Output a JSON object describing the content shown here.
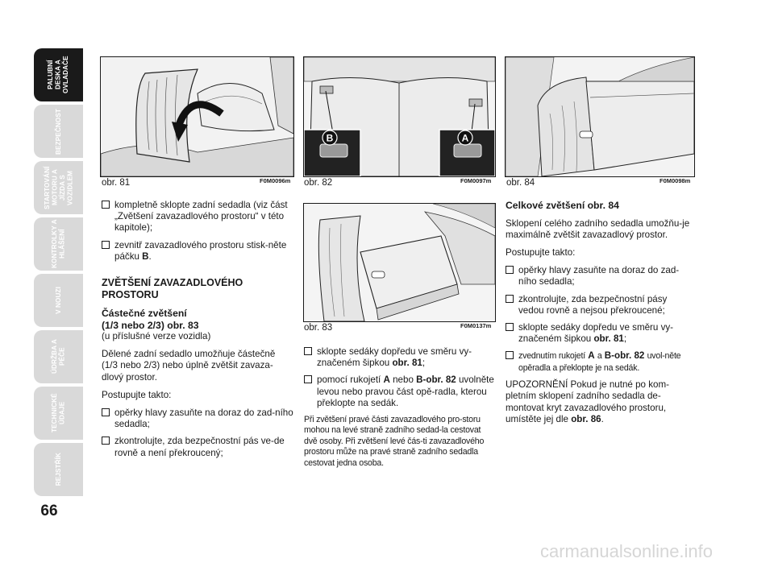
{
  "page_number": "66",
  "sidebar": {
    "tabs": [
      {
        "label": "PALUBNÍ DESKA A OVLADAČE",
        "active": true
      },
      {
        "label": "BEZPEČNOST",
        "active": false
      },
      {
        "label": "STARTOVÁNÍ MOTORU A JÍZDA S VOZIDLEM",
        "active": false
      },
      {
        "label": "KONTROLKY A HLÁŠENÍ",
        "active": false
      },
      {
        "label": "V NOUZI",
        "active": false
      },
      {
        "label": "ÚDRŽBA A PÉČE",
        "active": false
      },
      {
        "label": "TECHNICKÉ ÚDAJE",
        "active": false
      },
      {
        "label": "REJSTŘÍK",
        "active": false
      }
    ]
  },
  "figures": {
    "fig81": {
      "caption": "obr. 81",
      "code": "F0M0096m"
    },
    "fig82": {
      "caption": "obr. 82",
      "code": "F0M0097m",
      "label_a": "A",
      "label_b": "B"
    },
    "fig83": {
      "caption": "obr. 83",
      "code": "F0M0137m"
    },
    "fig84": {
      "caption": "obr. 84",
      "code": "F0M0098m"
    }
  },
  "column1": {
    "bullet1": "kompletně sklopte zadní sedadla (viz část „Zvětšení zavazadlového prostoru“ v této kapitole);",
    "bullet2_text": "zevnitř zavazadlového prostoru stisk-něte páčku",
    "bullet2_bold": "B",
    "bullet2_end": ".",
    "heading": "ZVĚTŠENÍ ZAVAZADLOVÉHO PROSTORU",
    "subheading1": "Částečné zvětšení",
    "subheading2": "(1/3 nebo 2/3) obr. 83",
    "variant_note": "(u příslušné verze vozidla)",
    "para1": "Dělené zadní sedadlo umožňuje částečně (1/3 nebo 2/3) nebo úplně zvětšit zavaza-dlový prostor.",
    "para2": "Postupujte takto:",
    "bullet3": "opěrky hlavy zasuňte na doraz do zad-ního sedadla;",
    "bullet4": "zkontrolujte, zda bezpečnostní pás ve-de rovně a není překroucený;"
  },
  "column2": {
    "bullet1_text": "sklopte sedáky dopředu ve směru vy-značeném šipkou",
    "bullet1_bold": "obr. 81",
    "bullet1_end": ";",
    "bullet2_a": "pomocí rukojetí",
    "bullet2_b1": "A",
    "bullet2_mid": "nebo",
    "bullet2_b2": "B-obr. 82",
    "bullet2_end": "uvolněte levou nebo pravou část opě-radla, kterou překlopte na sedák.",
    "para1": "Při zvětšení pravé části zavazadlového pro-storu mohou na levé straně zadního sedad-la cestovat dvě osoby. Při zvětšení levé čás-ti zavazadlového prostoru může na pravé straně zadního sedadla cestovat jedna osoba."
  },
  "column3": {
    "heading": "Celkové zvětšení obr. 84",
    "para1": "Sklopení celého zadního sedadla umožňu-je maximálně zvětšit zavazadlový prostor.",
    "para2": "Postupujte takto:",
    "bullet1": "opěrky hlavy zasuňte na doraz do zad-ního sedadla;",
    "bullet2": "zkontrolujte, zda bezpečnostní pásy vedou rovně a nejsou překroucené;",
    "bullet3_text": "sklopte sedáky dopředu ve směru vy-značeném šipkou",
    "bullet3_bold": "obr. 81",
    "bullet3_end": ";",
    "bullet4_a": "zvednutím rukojetí",
    "bullet4_b1": "A",
    "bullet4_mid": "a",
    "bullet4_b2": "B-obr. 82",
    "bullet4_end": "uvol-něte opěradla a překlopte je na sedák.",
    "para3_text": "UPOZORNĚNÍ Pokud je nutné po kom-pletním sklopení zadního sedadla de-montovat kryt zavazadlového prostoru, umístěte jej dle",
    "para3_bold": "obr. 86",
    "para3_end": "."
  },
  "watermark": "carmanualsonline.info"
}
